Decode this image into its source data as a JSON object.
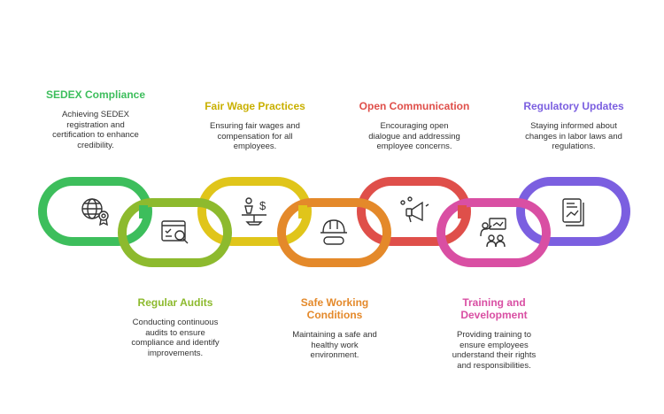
{
  "steps": [
    {
      "title": "SEDEX Compliance",
      "desc": "Achieving SEDEX\nregistration and\ncertification to enhance\ncredibility.",
      "color": "#3DBE5C",
      "icon": "globe-certificate-icon"
    },
    {
      "title": "Regular Audits",
      "desc": "Conducting continuous\naudits to ensure\ncompliance and identify\nimprovements.",
      "color": "#8DBA2E",
      "icon": "audit-checklist-icon"
    },
    {
      "title": "Fair Wage Practices",
      "desc": "Ensuring fair wages and\ncompensation for all\nemployees.",
      "color": "#E0C51A",
      "icon": "balance-scale-icon"
    },
    {
      "title": "Safe Working\nConditions",
      "desc": "Maintaining a safe and\nhealthy work\nenvironment.",
      "color": "#E4892A",
      "icon": "hard-hat-icon"
    },
    {
      "title": "Open Communication",
      "desc": "Encouraging open\ndialogue and addressing\nemployee concerns.",
      "color": "#DF4F4A",
      "icon": "megaphone-icon"
    },
    {
      "title": "Training and\nDevelopment",
      "desc": "Providing training to\nensure employees\nunderstand their rights\nand responsibilities.",
      "color": "#D94FA3",
      "icon": "training-presentation-icon"
    },
    {
      "title": "Regulatory Updates",
      "desc": "Staying informed about\nchanges in labor laws and\nregulations.",
      "color": "#7B5FE0",
      "icon": "document-chart-icon"
    }
  ]
}
